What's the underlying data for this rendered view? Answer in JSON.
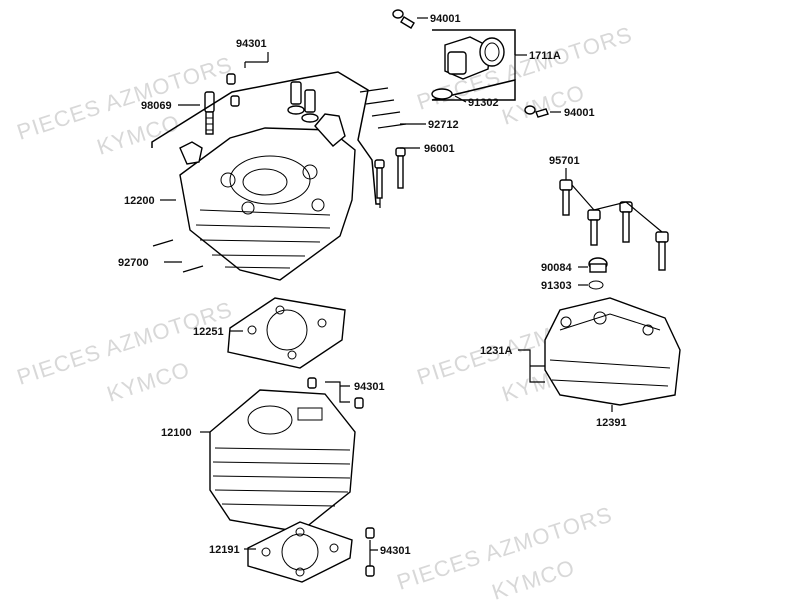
{
  "watermarks": [
    "PIECES AZMOTORS",
    "KYMCO",
    "PIECES AZMOTORS",
    "KYMCO",
    "PIECES AZMOTORS",
    "KYMCO",
    "PIECES AZMOTORS",
    "KYMCO",
    "PIECES AZMOTORS",
    "KYMCO"
  ],
  "parts": {
    "p94001a": "94001",
    "p1711A": "1711A",
    "p91302": "91302",
    "p94001b": "94001",
    "p94301a": "94301",
    "p98069": "98069",
    "p92712": "92712",
    "p96001": "96001",
    "p95701": "95701",
    "p12200": "12200",
    "p92700": "92700",
    "p90084": "90084",
    "p91303": "91303",
    "p12251": "12251",
    "p1231A": "1231A",
    "p94301b": "94301",
    "p12100": "12100",
    "p12391": "12391",
    "p12191": "12191",
    "p94301c": "94301"
  }
}
